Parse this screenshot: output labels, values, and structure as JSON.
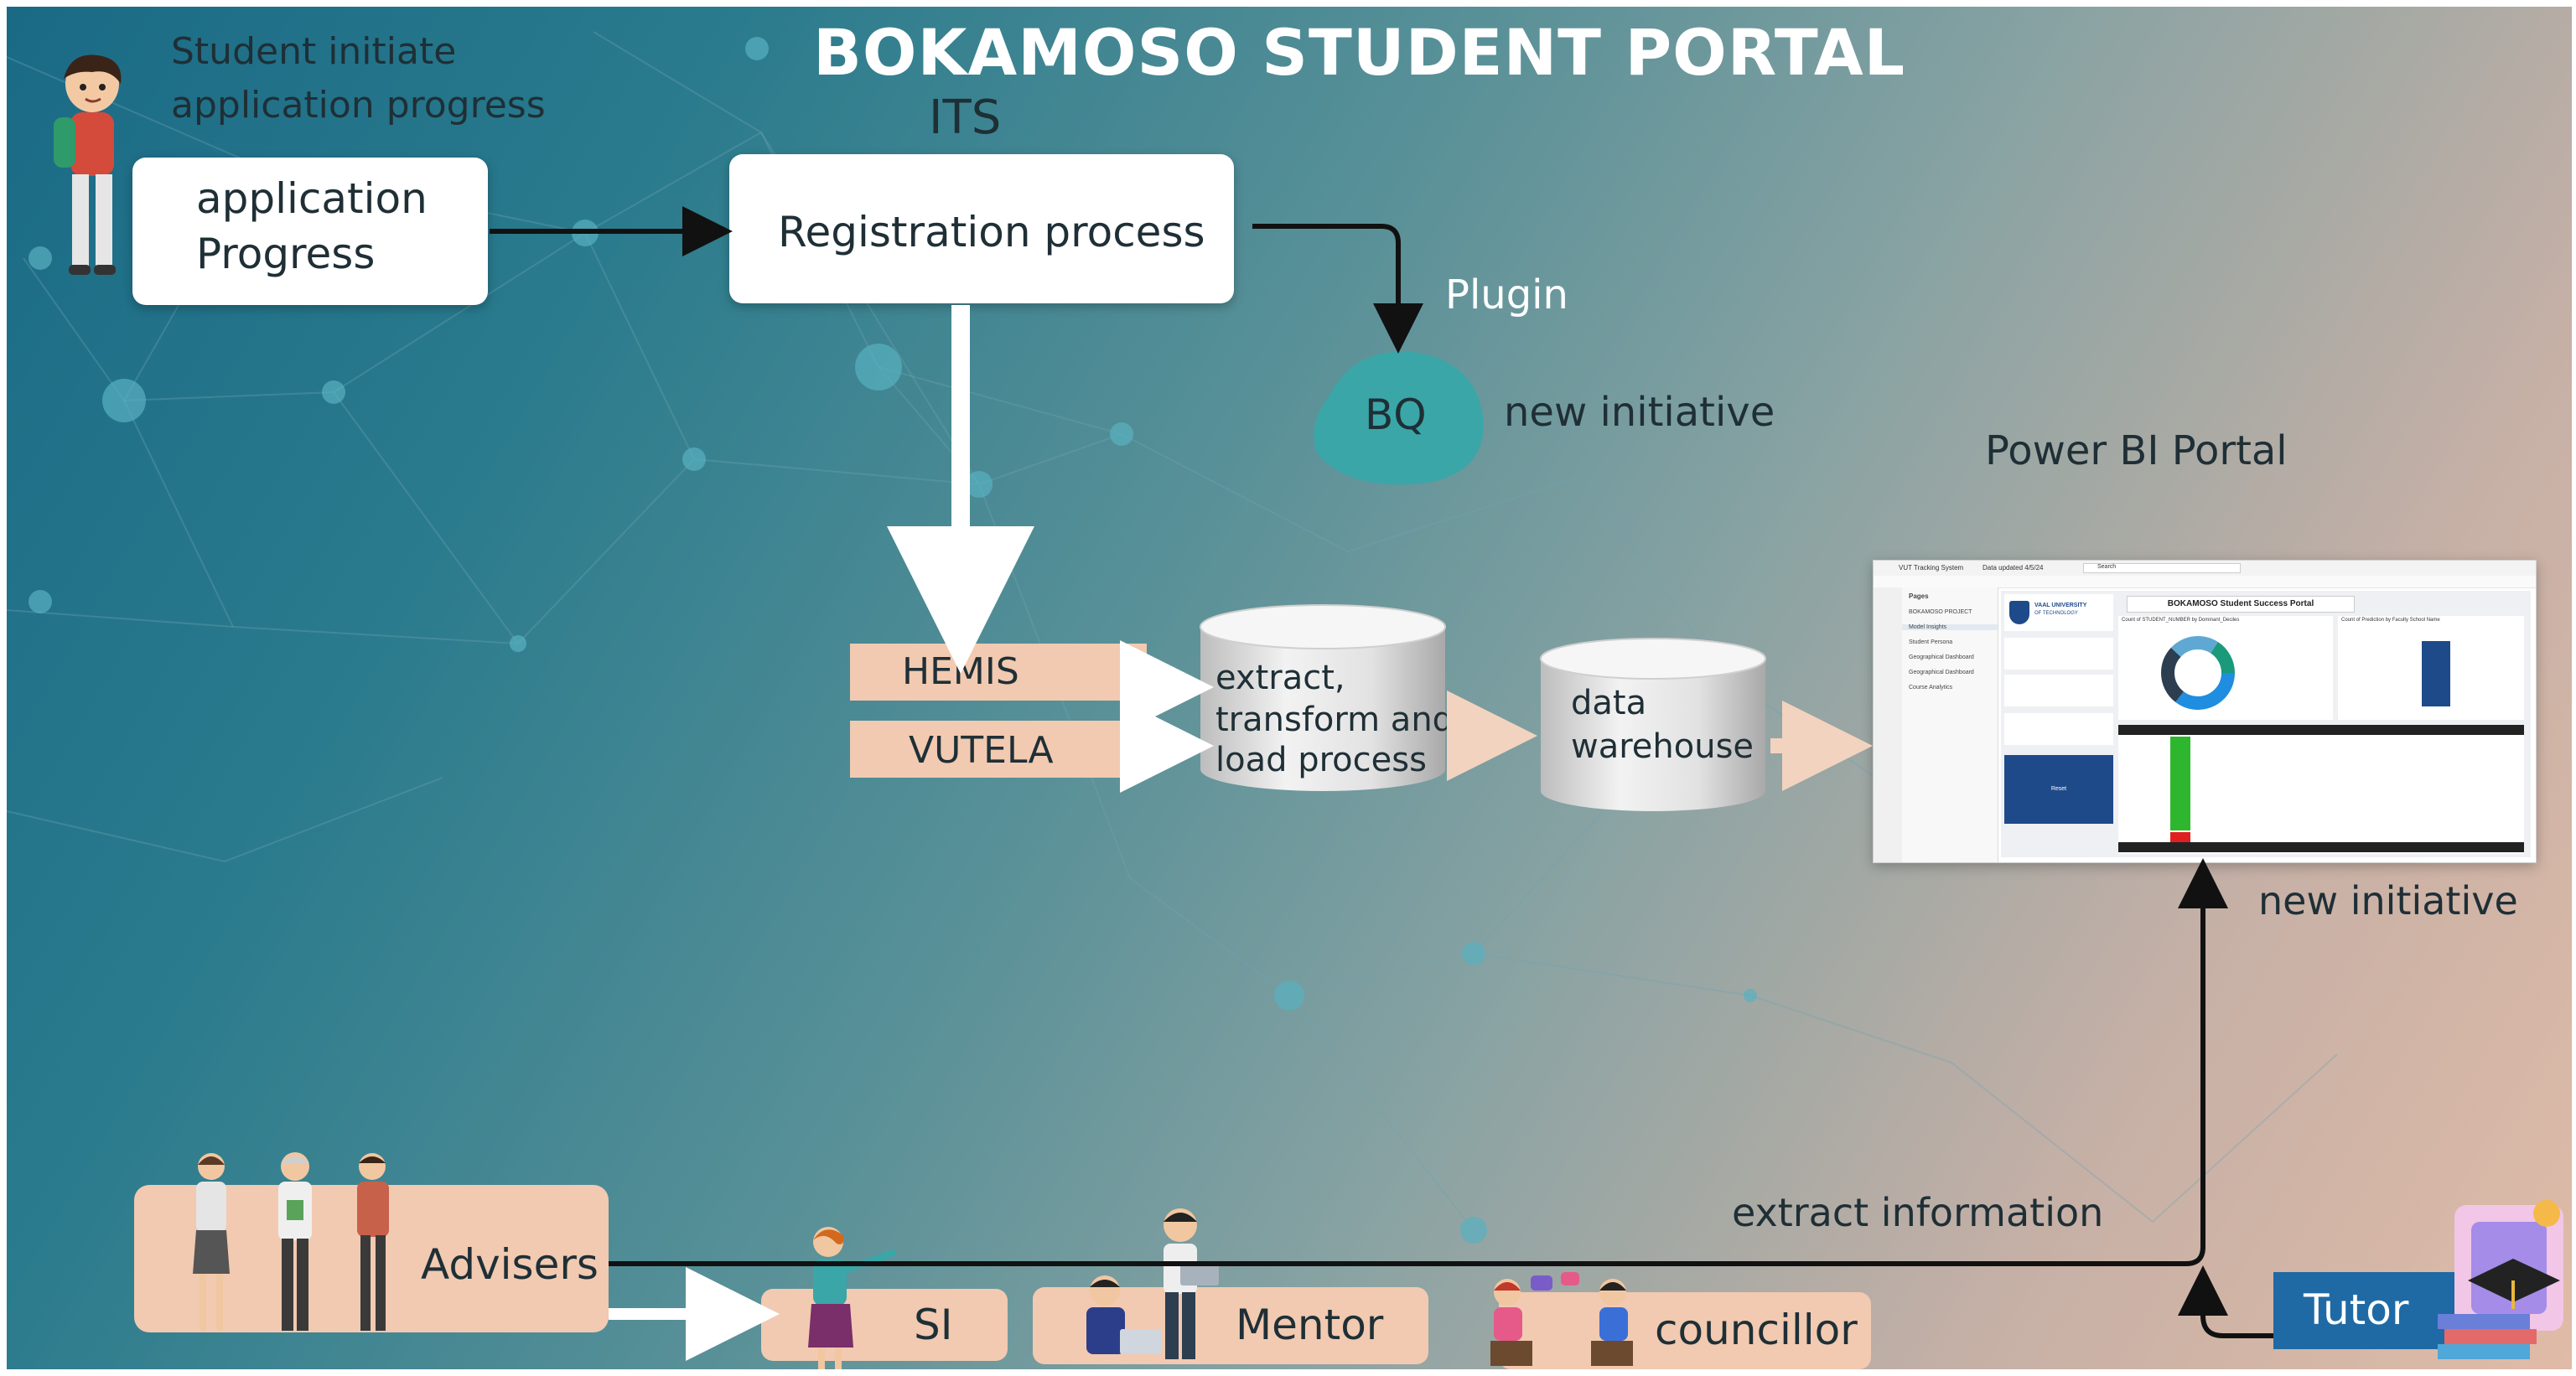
{
  "title": "BOKAMOSO STUDENT PORTAL",
  "its_label": "ITS",
  "student_caption": [
    "Student initiate",
    "application progress"
  ],
  "application_box": [
    "application",
    "Progress"
  ],
  "registration_box": "Registration process",
  "plugin_label": "Plugin",
  "bq_label": "BQ",
  "bq_initiative": "new initiative",
  "powerbi_title": "Power BI Portal",
  "hemis": "HEMIS",
  "vutela": "VUTELA",
  "etl": [
    "extract,",
    "transform and",
    "load process"
  ],
  "warehouse": [
    "data",
    "warehouse"
  ],
  "powerbi_initiative": "new initiative",
  "extract_info": "extract information",
  "advisers": "Advisers",
  "si": "SI",
  "mentor": "Mentor",
  "councillor": "councillor",
  "tutor": "Tutor",
  "dashboard": {
    "app_name": "VUT Tracking System",
    "status": "Data updated 4/5/24",
    "search": "Search",
    "nav_header": "Pages",
    "nav_items": [
      "BOKAMOSO PROJECT",
      "Model Insights",
      "Student Persona",
      "Geographical Dashboard",
      "Geographical Dashboard",
      "Course Analytics"
    ],
    "university": [
      "VAAL UNIVERSITY",
      "OF TECHNOLOGY"
    ],
    "banner": "BOKAMOSO Student Success Portal",
    "donut_title": "Count of STUDENT_NUMBER by Dominant_Deciles",
    "bar_title": "Count of Prediction by Faculty School Name",
    "button": "Reset"
  },
  "colors": {
    "accent_teal": "#3aa6a8",
    "peach": "#f1cab1",
    "tutor_blue": "#1f6aa5",
    "dashboard_navy": "#1e4a8a"
  }
}
